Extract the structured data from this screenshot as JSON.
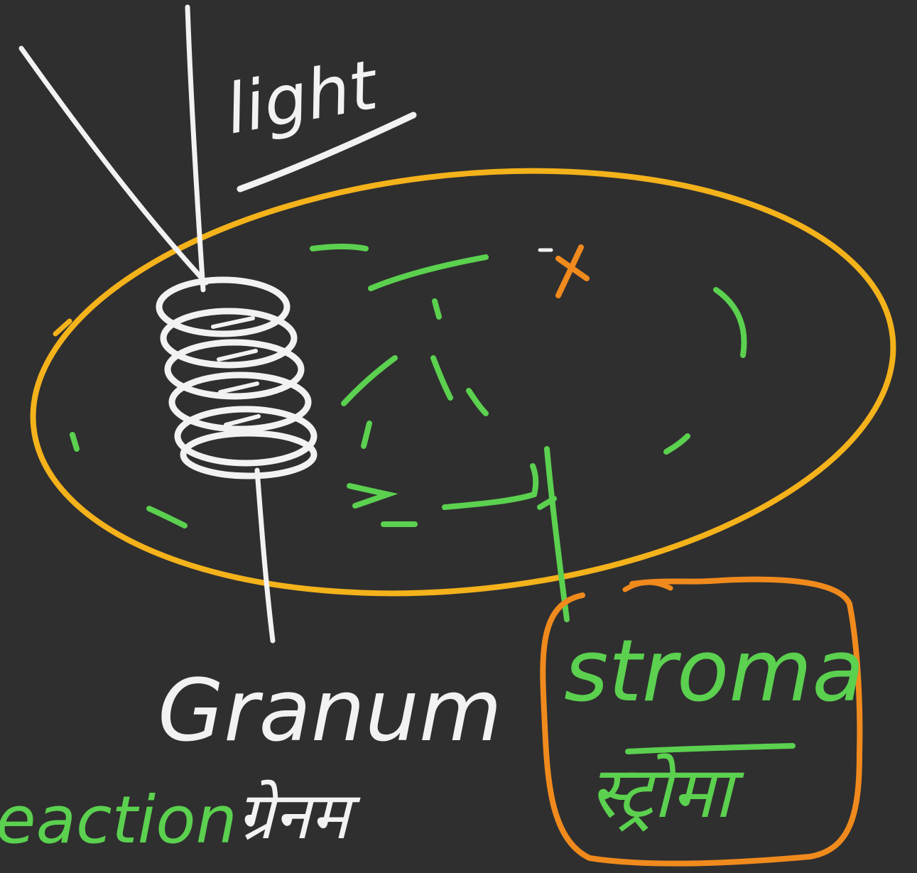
{
  "labels": {
    "light": "light",
    "granum": "Granum",
    "granum_hindi": "ग्रेनम",
    "reaction": "eaction",
    "stroma": "stroma",
    "stroma_hindi": "स्ट्रोमा"
  },
  "colors": {
    "background": "#2f2f2f",
    "white_ink": "#f2f2f2",
    "green_ink": "#5bd14f",
    "yellow_ink": "#f4b21b",
    "orange_ink": "#f08a1d"
  }
}
